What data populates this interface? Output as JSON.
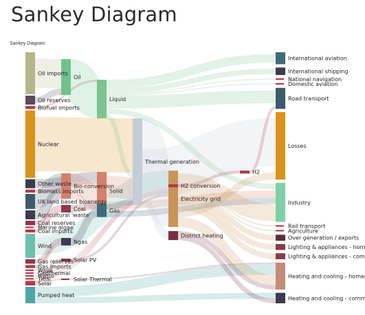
{
  "page": {
    "title": "Sankey Diagram"
  },
  "chart_data": {
    "type": "sankey",
    "title": "Sankey Diagram",
    "nodes": [
      {
        "id": "oil_imports",
        "label": "Oil imports",
        "color": "#b9b58a",
        "layer": 0
      },
      {
        "id": "oil_reserves",
        "label": "Oil reserves",
        "color": "#5a4a5e",
        "layer": 0
      },
      {
        "id": "biofuel_imports",
        "label": "Biofuel imports",
        "color": "#b23a48",
        "layer": 0
      },
      {
        "id": "nuclear",
        "label": "Nuclear",
        "color": "#d9921b",
        "layer": 0
      },
      {
        "id": "other_waste",
        "label": "Other waste",
        "color": "#3b3b4f",
        "layer": 0
      },
      {
        "id": "biomass_imports",
        "label": "Biomass imports",
        "color": "#b23a48",
        "layer": 0
      },
      {
        "id": "uk_land_bioenergy",
        "label": "UK land based bioenergy",
        "color": "#3e5a6b",
        "layer": 0
      },
      {
        "id": "agricultural_waste",
        "label": "Agricultural 'waste'",
        "color": "#3b3b4f",
        "layer": 0
      },
      {
        "id": "coal_reserves",
        "label": "Coal reserves",
        "color": "#8b3a4a",
        "layer": 0
      },
      {
        "id": "marine_algae",
        "label": "Marine algae",
        "color": "#b23a48",
        "layer": 0
      },
      {
        "id": "coal_imports",
        "label": "Coal imports",
        "color": "#b23a48",
        "layer": 0
      },
      {
        "id": "wind",
        "label": "Wind",
        "color": "#6fbfb0",
        "layer": 0
      },
      {
        "id": "gas_reserves",
        "label": "Gas reserves",
        "color": "#8b3a4a",
        "layer": 0
      },
      {
        "id": "gas_imports",
        "label": "Gas imports",
        "color": "#b23a48",
        "layer": 0
      },
      {
        "id": "wave",
        "label": "Wave",
        "color": "#b23a48",
        "layer": 0
      },
      {
        "id": "geothermal",
        "label": "Geothermal",
        "color": "#b23a48",
        "layer": 0
      },
      {
        "id": "hydro",
        "label": "Hydro",
        "color": "#b23a48",
        "layer": 0
      },
      {
        "id": "tidal",
        "label": "Tidal",
        "color": "#b23a48",
        "layer": 0
      },
      {
        "id": "solar",
        "label": "Solar",
        "color": "#b23a48",
        "layer": 0
      },
      {
        "id": "pumped_heat",
        "label": "Pumped heat",
        "color": "#4ea5a5",
        "layer": 0
      },
      {
        "id": "oil",
        "label": "Oil",
        "color": "#6ec38c",
        "layer": 1
      },
      {
        "id": "bio_conversion",
        "label": "Bio-conversion",
        "color": "#d4806a",
        "layer": 1
      },
      {
        "id": "coal",
        "label": "Coal",
        "color": "#8b3a4a",
        "layer": 1
      },
      {
        "id": "ngas",
        "label": "Ngas",
        "color": "#3b3b4f",
        "layer": 1
      },
      {
        "id": "solar_pv",
        "label": "Solar PV",
        "color": "#8b3a4a",
        "layer": 1
      },
      {
        "id": "solar_thermal",
        "label": "Solar Thermal",
        "color": "#8b3a4a",
        "layer": 1
      },
      {
        "id": "liquid",
        "label": "Liquid",
        "color": "#7dc48e",
        "layer": 2
      },
      {
        "id": "solid",
        "label": "Solid",
        "color": "#d4806a",
        "layer": 2
      },
      {
        "id": "gas",
        "label": "Gas",
        "color": "#3e6a7a",
        "layer": 2
      },
      {
        "id": "thermal_generation",
        "label": "Thermal generation",
        "color": "#c4ccd6",
        "layer": 3
      },
      {
        "id": "electricity_grid",
        "label": "Electricity grid",
        "color": "#c9945a",
        "layer": 4
      },
      {
        "id": "district_heating",
        "label": "District heating",
        "color": "#7a2f3e",
        "layer": 4
      },
      {
        "id": "h2_conversion",
        "label": "H2 conversion",
        "color": "#b23a48",
        "layer": 4
      },
      {
        "id": "h2",
        "label": "H2",
        "color": "#b23a48",
        "layer": 5
      },
      {
        "id": "international_aviation",
        "label": "International aviation",
        "color": "#3e6a7a",
        "layer": 6
      },
      {
        "id": "international_shipping",
        "label": "International shipping",
        "color": "#3b3b4f",
        "layer": 6
      },
      {
        "id": "national_navigation",
        "label": "National navigation",
        "color": "#b23a48",
        "layer": 6
      },
      {
        "id": "domestic_aviation",
        "label": "Domestic aviation",
        "color": "#b23a48",
        "layer": 6
      },
      {
        "id": "road_transport",
        "label": "Road transport",
        "color": "#3e5a6b",
        "layer": 6
      },
      {
        "id": "losses",
        "label": "Losses",
        "color": "#d9921b",
        "layer": 6
      },
      {
        "id": "industry",
        "label": "Industry",
        "color": "#7fd0a6",
        "layer": 6
      },
      {
        "id": "rail_transport",
        "label": "Rail transport",
        "color": "#b23a48",
        "layer": 6
      },
      {
        "id": "agriculture",
        "label": "Agriculture",
        "color": "#b23a48",
        "layer": 6
      },
      {
        "id": "over_generation",
        "label": "Over generation / exports",
        "color": "#5a2f3e",
        "layer": 6
      },
      {
        "id": "lighting_homes",
        "label": "Lighting & appliances - homes",
        "color": "#8b3a4a",
        "layer": 6
      },
      {
        "id": "lighting_commercial",
        "label": "Lighting & appliances - commercial",
        "color": "#8b3a4a",
        "layer": 6
      },
      {
        "id": "heating_homes",
        "label": "Heating and cooling - homes",
        "color": "#c58a78",
        "layer": 6
      },
      {
        "id": "heating_commercial",
        "label": "Heating and cooling - commercial",
        "color": "#3b3b4f",
        "layer": 6
      }
    ],
    "links": [
      {
        "source": "oil_imports",
        "target": "oil",
        "value": 28
      },
      {
        "source": "oil_reserves",
        "target": "oil",
        "value": 6
      },
      {
        "source": "biofuel_imports",
        "target": "liquid",
        "value": 2
      },
      {
        "source": "oil",
        "target": "liquid",
        "value": 34
      },
      {
        "source": "nuclear",
        "target": "thermal_generation",
        "value": 45
      },
      {
        "source": "other_waste",
        "target": "solid",
        "value": 6
      },
      {
        "source": "biomass_imports",
        "target": "solid",
        "value": 2
      },
      {
        "source": "uk_land_bioenergy",
        "target": "bio_conversion",
        "value": 10
      },
      {
        "source": "agricultural_waste",
        "target": "bio_conversion",
        "value": 6
      },
      {
        "source": "bio_conversion",
        "target": "solid",
        "value": 12
      },
      {
        "source": "bio_conversion",
        "target": "gas",
        "value": 4
      },
      {
        "source": "coal_reserves",
        "target": "coal",
        "value": 3
      },
      {
        "source": "coal_imports",
        "target": "coal",
        "value": 2
      },
      {
        "source": "marine_algae",
        "target": "bio_conversion",
        "value": 1
      },
      {
        "source": "coal",
        "target": "solid",
        "value": 5
      },
      {
        "source": "wind",
        "target": "electricity_grid",
        "value": 16
      },
      {
        "source": "gas_reserves",
        "target": "ngas",
        "value": 3
      },
      {
        "source": "gas_imports",
        "target": "ngas",
        "value": 2
      },
      {
        "source": "ngas",
        "target": "gas",
        "value": 5
      },
      {
        "source": "wave",
        "target": "electricity_grid",
        "value": 1
      },
      {
        "source": "geothermal",
        "target": "electricity_grid",
        "value": 1
      },
      {
        "source": "hydro",
        "target": "electricity_grid",
        "value": 1
      },
      {
        "source": "tidal",
        "target": "electricity_grid",
        "value": 1
      },
      {
        "source": "solar",
        "target": "solar_pv",
        "value": 2
      },
      {
        "source": "solar",
        "target": "solar_thermal",
        "value": 1
      },
      {
        "source": "solar_pv",
        "target": "electricity_grid",
        "value": 2
      },
      {
        "source": "solar_thermal",
        "target": "heating_homes",
        "value": 1
      },
      {
        "source": "pumped_heat",
        "target": "heating_homes",
        "value": 7
      },
      {
        "source": "pumped_heat",
        "target": "heating_commercial",
        "value": 4
      },
      {
        "source": "liquid",
        "target": "international_aviation",
        "value": 8
      },
      {
        "source": "liquid",
        "target": "international_shipping",
        "value": 5
      },
      {
        "source": "liquid",
        "target": "national_navigation",
        "value": 1
      },
      {
        "source": "liquid",
        "target": "domestic_aviation",
        "value": 1
      },
      {
        "source": "liquid",
        "target": "road_transport",
        "value": 12
      },
      {
        "source": "liquid",
        "target": "industry",
        "value": 5
      },
      {
        "source": "liquid",
        "target": "thermal_generation",
        "value": 4
      },
      {
        "source": "solid",
        "target": "thermal_generation",
        "value": 18
      },
      {
        "source": "solid",
        "target": "industry",
        "value": 5
      },
      {
        "source": "gas",
        "target": "thermal_generation",
        "value": 5
      },
      {
        "source": "gas",
        "target": "industry",
        "value": 4
      },
      {
        "source": "thermal_generation",
        "target": "electricity_grid",
        "value": 26
      },
      {
        "source": "thermal_generation",
        "target": "losses",
        "value": 40
      },
      {
        "source": "thermal_generation",
        "target": "district_heating",
        "value": 6
      },
      {
        "source": "electricity_grid",
        "target": "h2_conversion",
        "value": 2
      },
      {
        "source": "h2_conversion",
        "target": "h2",
        "value": 2
      },
      {
        "source": "h2",
        "target": "road_transport",
        "value": 2
      },
      {
        "source": "electricity_grid",
        "target": "industry",
        "value": 12
      },
      {
        "source": "electricity_grid",
        "target": "rail_transport",
        "value": 1
      },
      {
        "source": "electricity_grid",
        "target": "agriculture",
        "value": 1
      },
      {
        "source": "electricity_grid",
        "target": "over_generation",
        "value": 4
      },
      {
        "source": "electricity_grid",
        "target": "lighting_homes",
        "value": 4
      },
      {
        "source": "electricity_grid",
        "target": "lighting_commercial",
        "value": 4
      },
      {
        "source": "electricity_grid",
        "target": "losses",
        "value": 5
      },
      {
        "source": "electricity_grid",
        "target": "heating_homes",
        "value": 7
      },
      {
        "source": "district_heating",
        "target": "heating_homes",
        "value": 3
      },
      {
        "source": "district_heating",
        "target": "heating_commercial",
        "value": 3
      }
    ]
  }
}
